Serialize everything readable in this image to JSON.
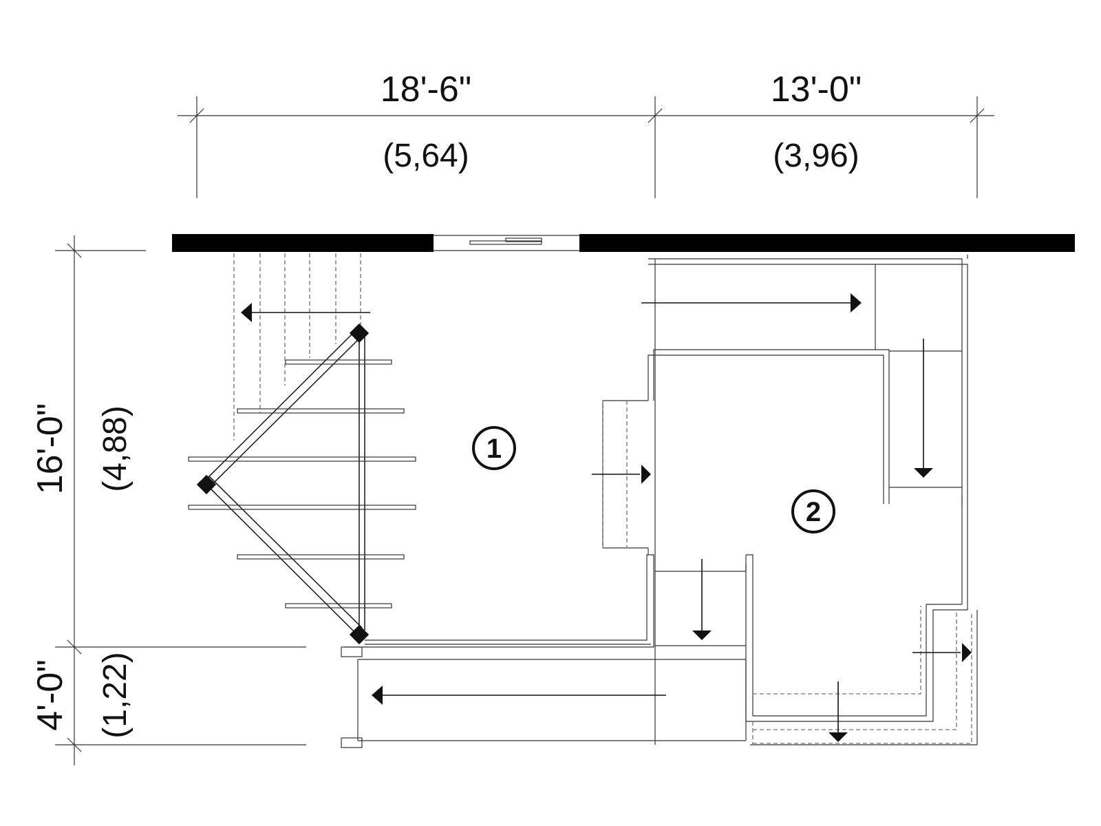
{
  "dimensions": {
    "top_left_imperial": "18'-6\"",
    "top_left_metric": "(5,64)",
    "top_right_imperial": "13'-0\"",
    "top_right_metric": "(3,96)",
    "side_main_imperial": "16'-0\"",
    "side_main_metric": "(4,88)",
    "side_lower_imperial": "4'-0\"",
    "side_lower_metric": "(1,22)"
  },
  "rooms": {
    "room_1": "1",
    "room_2": "2"
  },
  "colors": {
    "ink": "#111111",
    "wall": "#000000",
    "dashed": "#888888"
  }
}
